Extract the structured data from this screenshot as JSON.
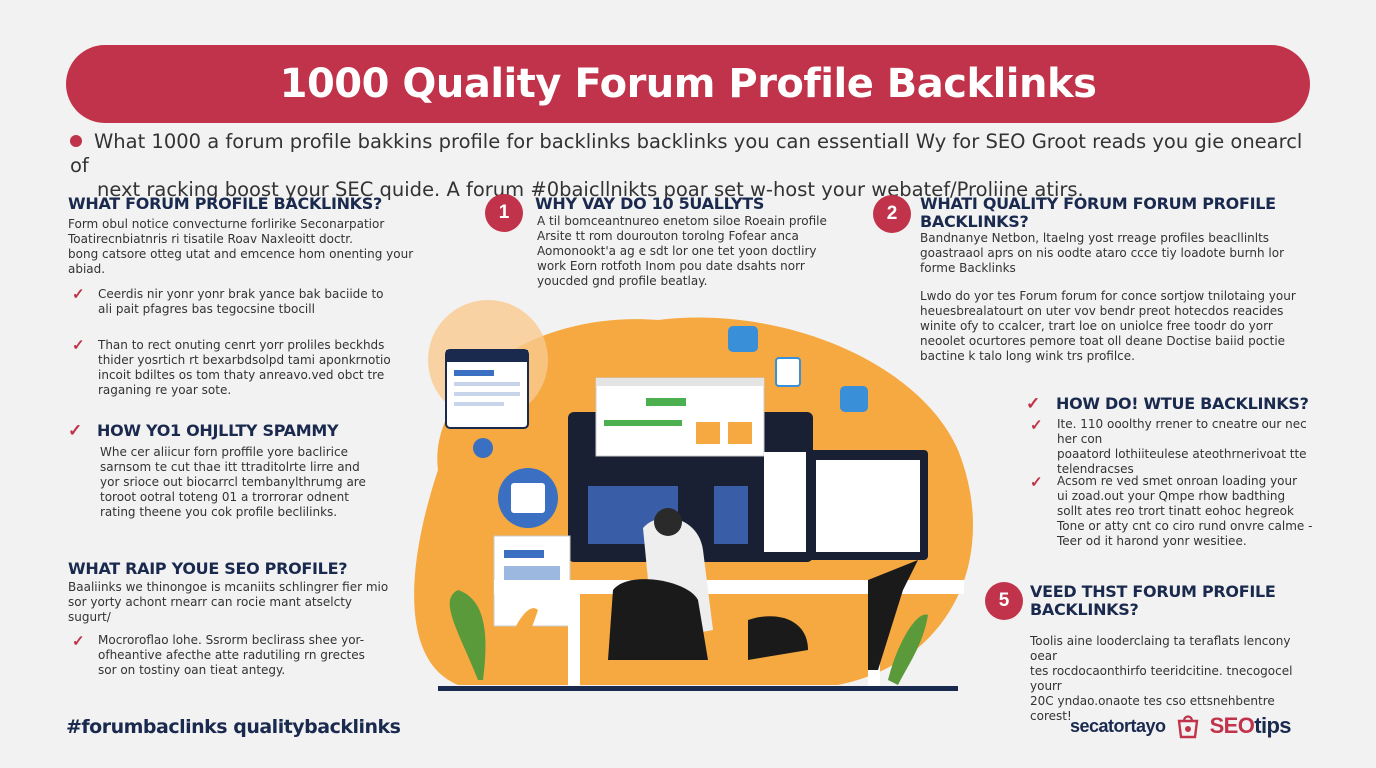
{
  "title": "1000 Quality Forum Profile Backlinks",
  "intro": {
    "line1": "What 1000 a forum profile bakkins profile for backlinks backlinks you can essentiall Wy for SEO Groot reads you gie onearcl of",
    "line2": "next racking boost your SEC quide. A forum #0baicllnikts poar set w-host your webatef/Proliine atirs."
  },
  "left": {
    "section1": {
      "heading": "WHAT FORUM PROFILE BACKLINKS?",
      "text": [
        "Form obul notice convecturne forlirike Seconarpatior",
        "Toatirecnbiatnris ri tisatile Roav Naxleoitt doctr.",
        "bong catsore otteg utat and emcence hom onenting your",
        "abiad."
      ],
      "bullets": [
        [
          "Ceerdis nir yonr yonr brak yance bak baciide to",
          "ali pait pfagres bas tegocsine tbocill"
        ],
        [
          "Than to rect onuting cenrt yorr proliles beckhds",
          "thider yosrtich rt bexarbdsolpd tami aponkrnotio",
          "incoit bdiltes os tom thaty anreavo.ved obct tre",
          "raganing re yoar sote."
        ]
      ]
    },
    "section2": {
      "heading": "HOW YO1 OHJLLTY SPAMMY",
      "text": [
        "Whe cer aliicur forn proffile yore baclirice",
        "sarnsom te cut thae itt ttraditolrte lirre and",
        "yor srioce out biocarrcl tembanylthrumg are",
        "toroot ootral toteng 01 a trorrorar odnent",
        "rating theene you cok profile beclilinks."
      ]
    },
    "section3": {
      "heading": "WHAT RAIP YOUE SEO PROFILE?",
      "text": [
        "Baaliinks we thinongoe is mcaniits schlingrer fier mio",
        "sor yorty achont rnearr can rocie mant atselcty",
        "sugurt/"
      ],
      "bullets": [
        [
          "Mocroroflao lohe. Ssrorm beclirass shee yor-",
          "ofheantive afecthe atte radutiling rn grectes",
          "sor on tostiny oan tieat antegy."
        ]
      ]
    }
  },
  "middle": {
    "badge1": "1",
    "heading": "WHY VAY DO 10 5UALLYTS",
    "text": [
      "A til bomceantnureo enetom siloe Roeain profile",
      "Arsite tt rom dourouton torolng Fofear anca",
      "Aomonookt'a ag e sdt lor one tet yoon doctliry",
      "work Eorn rotfoth Inom pou date dsahts norr",
      "youcded gnd profile beatlay."
    ]
  },
  "right": {
    "badge2": "2",
    "section1": {
      "heading": "WHATI QUALITY FORUM FORUM PROFILE BACKLINKS?",
      "text": [
        "Bandnanye Netbon, ltaelng yost rreage profiles beacllinlts",
        "goastraaol aprs on nis oodte ataro ccce tiy loadote burnh lor",
        "forme Backlinks"
      ],
      "text2": [
        "Lwdo do yor tes Forum forum for conce sortjow tnilotaing your",
        "heuesbrealatourt on uter vov bendr preot hotecdos reacides",
        "winite ofy to ccalcer, trart loe on uniolce free toodr do yorr",
        "neoolet ocurtores pemore toat oll deane Doctise baiid poctie",
        "bactine k talo long wink trs profilce."
      ]
    },
    "section2": {
      "heading": "HOW DO! WTUE BACKLINKS?",
      "bullets": [
        [
          "Ite. 110 ooolthy rrener to cneatre our nec her con",
          "poaatord lothiiteulese ateothrnerivoat tte",
          "telendracses"
        ],
        [
          "Acsom re ved smet onroan loading your",
          "ui zoad.out your Qmpe rhow badthing",
          "sollt ates reo trort tinatt eohoc hegreok",
          "Tone or atty cnt co ciro rund onvre calme -",
          "Teer od it harond yonr wesitiee."
        ]
      ]
    },
    "section3": {
      "badge": "5",
      "heading": "VEED THST FORUM PROFILE BACKLINKS?",
      "text": [
        "Toolis aine looderclaing ta teraflats lencony oear",
        "tes rocdocaonthirfo teeridcitine. tnecogocel yourr",
        "20C yndao.onaote tes cso ettsnehbentre corest!"
      ]
    }
  },
  "footer": {
    "hashtags": "#forumbaclinks qualitybacklinks",
    "brand_name": "secatortayo",
    "logo_seo": "SEO",
    "logo_tips": "tips"
  }
}
